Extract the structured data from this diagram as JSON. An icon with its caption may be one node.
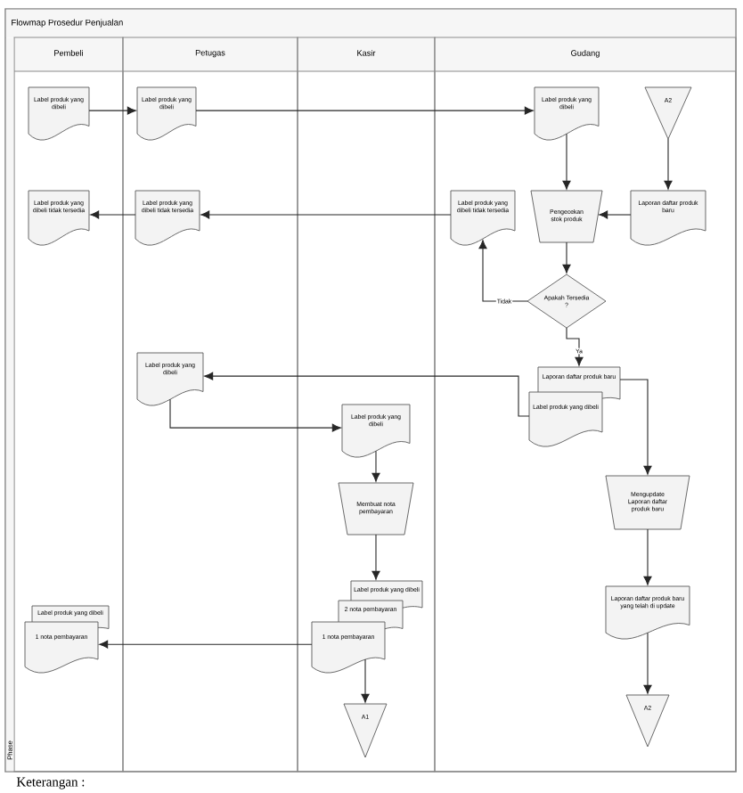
{
  "diagram": {
    "title": "Flowmap Prosedur Penjualan",
    "nodes": [
      {
        "text": [
          "Pembeli"
        ]
      },
      {
        "text": [
          "Petugas"
        ]
      },
      {
        "text": [
          "Kasir"
        ]
      },
      {
        "text": [
          "Gudang"
        ]
      },
      {
        "text": [
          "Label produk yang dibeli"
        ],
        "in": 0
      },
      {
        "text": [
          "Label produk yang dibeli"
        ],
        "in": 1
      },
      {
        "text": [
          "Label produk yang dibeli"
        ],
        "in": 3
      },
      {
        "text": [
          "A2"
        ],
        "in": 3
      },
      {
        "text": [
          "Label produk yang dibeli tidak tersedia"
        ],
        "in": 0
      },
      {
        "text": [
          "Label produk yang dibeli tidak tersedia"
        ],
        "in": 1
      },
      {
        "text": [
          "Label produk yang dibeli tidak tersedia"
        ],
        "in": 3
      },
      {
        "text": [
          "Pengecekan stok produk"
        ],
        "in": 3
      },
      {
        "text": [
          "Laporan daftar produk baru"
        ],
        "in": 3
      },
      {
        "text": [
          "Apakah Tersedia ?"
        ],
        "in": 3
      },
      {
        "text": [
          "Label produk yang dibeli"
        ],
        "in": 1
      },
      {
        "text": [
          "Laporan daftar produk baru"
        ],
        "in": 3
      },
      {
        "text": [
          "Label produk yang dibeli"
        ],
        "in": 3
      },
      {
        "text": [
          "Label produk yang dibeli"
        ],
        "in": 2
      },
      {
        "text": [
          "Mengupdate Laporan daftar produk baru"
        ],
        "in": 3
      },
      {
        "text": [
          "Membuat nota pembayaran"
        ],
        "in": 2
      },
      {
        "text": [
          "Label produk yang dibeli"
        ],
        "in": 2
      },
      {
        "text": [
          "Laporan daftar produk baru yang telah di update"
        ],
        "in": 3
      },
      {
        "text": [
          "Label produk yang dibeli"
        ],
        "in": 0
      },
      {
        "text": [
          "2 nota pembayaran"
        ],
        "in": 2
      },
      {
        "text": [
          "1 nota pembayaran"
        ],
        "in": 0
      },
      {
        "text": [
          "1 nota pembayaran"
        ],
        "in": 2
      },
      {
        "text": [
          "A2"
        ],
        "in": 3
      },
      {
        "text": [
          "A1"
        ],
        "in": 2
      }
    ],
    "edges": [
      {
        "from": 4,
        "to": 5,
        "arrow": "to"
      },
      {
        "from": 5,
        "to": 6,
        "arrow": "to"
      },
      {
        "from": 6,
        "to": 11,
        "arrow": "to"
      },
      {
        "from": 7,
        "to": 12,
        "arrow": "to"
      },
      {
        "from": 12,
        "to": 11,
        "arrow": "to"
      },
      {
        "from": 11,
        "to": 13,
        "arrow": "to"
      },
      {
        "from": 13,
        "to": 10,
        "arrow": "to",
        "label": "Tidak"
      },
      {
        "from": 10,
        "to": 9,
        "arrow": "to"
      },
      {
        "from": 9,
        "to": 8,
        "arrow": "to"
      },
      {
        "from": 13,
        "to": 15,
        "arrow": "to",
        "label": "Ya"
      },
      {
        "from": 16,
        "to": 14,
        "arrow": "to"
      },
      {
        "from": 14,
        "to": 17,
        "arrow": "to"
      },
      {
        "from": 15,
        "to": 18,
        "arrow": "to"
      },
      {
        "from": 17,
        "to": 19,
        "arrow": "to"
      },
      {
        "from": 19,
        "to": 20,
        "arrow": "to"
      },
      {
        "from": 25,
        "to": 24,
        "arrow": "to"
      },
      {
        "from": 25,
        "to": 27,
        "arrow": "to"
      },
      {
        "from": 18,
        "to": 21,
        "arrow": "to"
      },
      {
        "from": 21,
        "to": 26,
        "arrow": "to"
      }
    ],
    "labels": [
      "Phase",
      "Keterangan :"
    ]
  }
}
